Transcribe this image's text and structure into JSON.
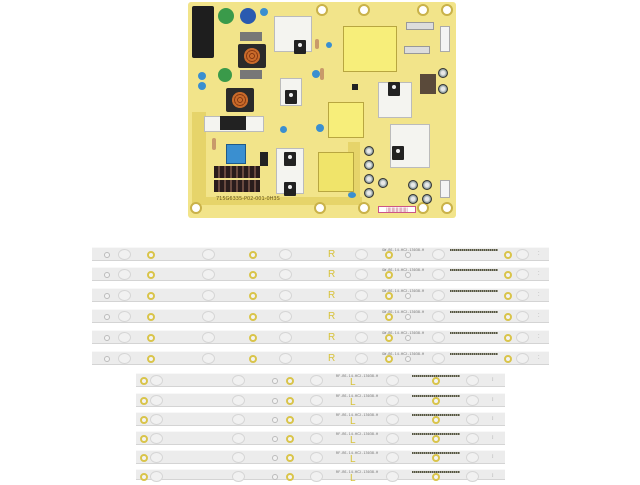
{
  "scene": {
    "description": "Product photo of a TV power supply board and LED backlight strips",
    "background": "#ffffff"
  },
  "power_board": {
    "silkscreen_text": "715G6335-P02-001-0H3S",
    "board_color": "#f2e48a",
    "label_sticker": "||||||||||||||||"
  },
  "led_strips": {
    "long_set": {
      "count": 6,
      "marker": "R",
      "code_text": "GW-BS-14-HC2-13038-H",
      "barcode": "■■■■■■■■■■■■"
    },
    "short_set": {
      "count": 6,
      "marker": "L",
      "code_text": "RF-BS-14-HC2-13038-H",
      "barcode": "■■■■■■■■■■■■"
    }
  }
}
